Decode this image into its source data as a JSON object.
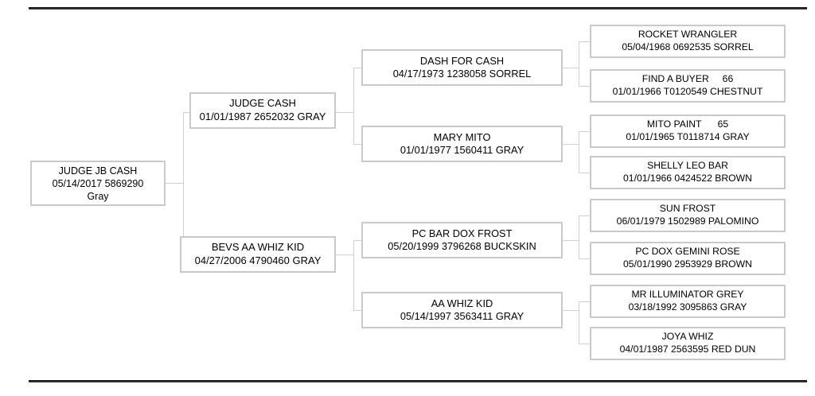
{
  "chart_data": {
    "type": "diagram",
    "title": "Horse pedigree chart",
    "generations": 4,
    "nodes": [
      {
        "id": "root",
        "generation": 0,
        "name": "JUDGE JB CASH",
        "detail": "05/14/2017 5869290",
        "extra": "Gray",
        "birth_date": "05/14/2017",
        "registration": "5869290",
        "color": "Gray"
      },
      {
        "id": "sire",
        "generation": 1,
        "name": "JUDGE CASH",
        "detail": "01/01/1987 2652032 GRAY",
        "extra": "",
        "birth_date": "01/01/1987",
        "registration": "2652032",
        "color": "GRAY"
      },
      {
        "id": "dam",
        "generation": 1,
        "name": "BEVS AA WHIZ KID",
        "detail": "04/27/2006 4790460 GRAY",
        "extra": "",
        "birth_date": "04/27/2006",
        "registration": "4790460",
        "color": "GRAY"
      },
      {
        "id": "ss",
        "generation": 2,
        "name": "DASH FOR CASH",
        "detail": "04/17/1973 1238058 SORREL",
        "extra": "",
        "birth_date": "04/17/1973",
        "registration": "1238058",
        "color": "SORREL"
      },
      {
        "id": "sd",
        "generation": 2,
        "name": "MARY MITO",
        "detail": "01/01/1977 1560411 GRAY",
        "extra": "",
        "birth_date": "01/01/1977",
        "registration": "1560411",
        "color": "GRAY"
      },
      {
        "id": "ds",
        "generation": 2,
        "name": "PC BAR DOX FROST",
        "detail": "05/20/1999 3796268 BUCKSKIN",
        "extra": "",
        "birth_date": "05/20/1999",
        "registration": "3796268",
        "color": "BUCKSKIN"
      },
      {
        "id": "dd",
        "generation": 2,
        "name": "AA WHIZ KID",
        "detail": "05/14/1997 3563411 GRAY",
        "extra": "",
        "birth_date": "05/14/1997",
        "registration": "3563411",
        "color": "GRAY"
      },
      {
        "id": "sss",
        "generation": 3,
        "name": "ROCKET WRANGLER",
        "detail": "05/04/1968 0692535 SORREL",
        "extra": "",
        "birth_date": "05/04/1968",
        "registration": "0692535",
        "color": "SORREL"
      },
      {
        "id": "ssd",
        "generation": 3,
        "name": "FIND A BUYER     66",
        "detail": "01/01/1966 T0120549 CHESTNUT",
        "extra": "",
        "birth_date": "01/01/1966",
        "registration": "T0120549",
        "color": "CHESTNUT"
      },
      {
        "id": "sds",
        "generation": 3,
        "name": "MITO PAINT      65",
        "detail": "01/01/1965 T0118714 GRAY",
        "extra": "",
        "birth_date": "01/01/1965",
        "registration": "T0118714",
        "color": "GRAY"
      },
      {
        "id": "sdd",
        "generation": 3,
        "name": "SHELLY LEO BAR",
        "detail": "01/01/1966 0424522 BROWN",
        "extra": "",
        "birth_date": "01/01/1966",
        "registration": "0424522",
        "color": "BROWN"
      },
      {
        "id": "dss",
        "generation": 3,
        "name": "SUN FROST",
        "detail": "06/01/1979 1502989 PALOMINO",
        "extra": "",
        "birth_date": "06/01/1979",
        "registration": "1502989",
        "color": "PALOMINO"
      },
      {
        "id": "dsd",
        "generation": 3,
        "name": "PC DOX GEMINI ROSE",
        "detail": "05/01/1990 2953929 BROWN",
        "extra": "",
        "birth_date": "05/01/1990",
        "registration": "2953929",
        "color": "BROWN"
      },
      {
        "id": "dds",
        "generation": 3,
        "name": "MR ILLUMINATOR GREY",
        "detail": "03/18/1992 3095863 GRAY",
        "extra": "",
        "birth_date": "03/18/1992",
        "registration": "3095863",
        "color": "GRAY"
      },
      {
        "id": "ddd",
        "generation": 3,
        "name": "JOYA WHIZ",
        "detail": "04/01/1987 2563595 RED DUN",
        "extra": "",
        "birth_date": "04/01/1987",
        "registration": "2563595",
        "color": "RED DUN"
      }
    ],
    "edges": [
      {
        "from": "root",
        "to": "sire"
      },
      {
        "from": "root",
        "to": "dam"
      },
      {
        "from": "sire",
        "to": "ss"
      },
      {
        "from": "sire",
        "to": "sd"
      },
      {
        "from": "dam",
        "to": "ds"
      },
      {
        "from": "dam",
        "to": "dd"
      },
      {
        "from": "ss",
        "to": "sss"
      },
      {
        "from": "ss",
        "to": "ssd"
      },
      {
        "from": "sd",
        "to": "sds"
      },
      {
        "from": "sd",
        "to": "sdd"
      },
      {
        "from": "ds",
        "to": "dss"
      },
      {
        "from": "ds",
        "to": "dsd"
      },
      {
        "from": "dd",
        "to": "dds"
      },
      {
        "from": "dd",
        "to": "ddd"
      }
    ],
    "colors": {
      "box_border": "#c9c9c9",
      "connector": "#cfcfcf",
      "rule": "#222222",
      "text": "#000000",
      "background": "#ffffff"
    }
  }
}
